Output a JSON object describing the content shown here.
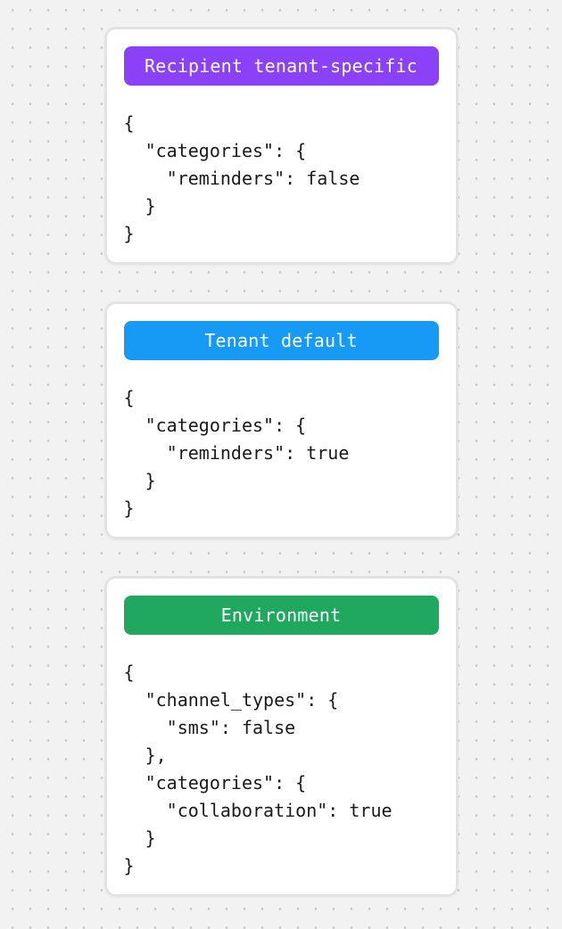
{
  "canvas": {
    "background_color": "#F2F2F2",
    "dot_color": "#C3C3C3"
  },
  "code_text_color": "#1A1A1A",
  "cards": [
    {
      "name": "recipient-tenant-specific",
      "badge": {
        "label": "Recipient tenant-specific",
        "color": "#8B41F7",
        "text_color": "#FFFFFF"
      },
      "code": "{\n  \"categories\": {\n    \"reminders\": false\n  }\n}"
    },
    {
      "name": "tenant-default",
      "badge": {
        "label": "Tenant default",
        "color": "#1799F6",
        "text_color": "#FFFFFF"
      },
      "code": "{\n  \"categories\": {\n    \"reminders\": true\n  }\n}"
    },
    {
      "name": "environment",
      "badge": {
        "label": "Environment",
        "color": "#1FA85E",
        "text_color": "#FFFFFF"
      },
      "code": "{\n  \"channel_types\": {\n    \"sms\": false\n  },\n  \"categories\": {\n    \"collaboration\": true\n  }\n}"
    }
  ]
}
